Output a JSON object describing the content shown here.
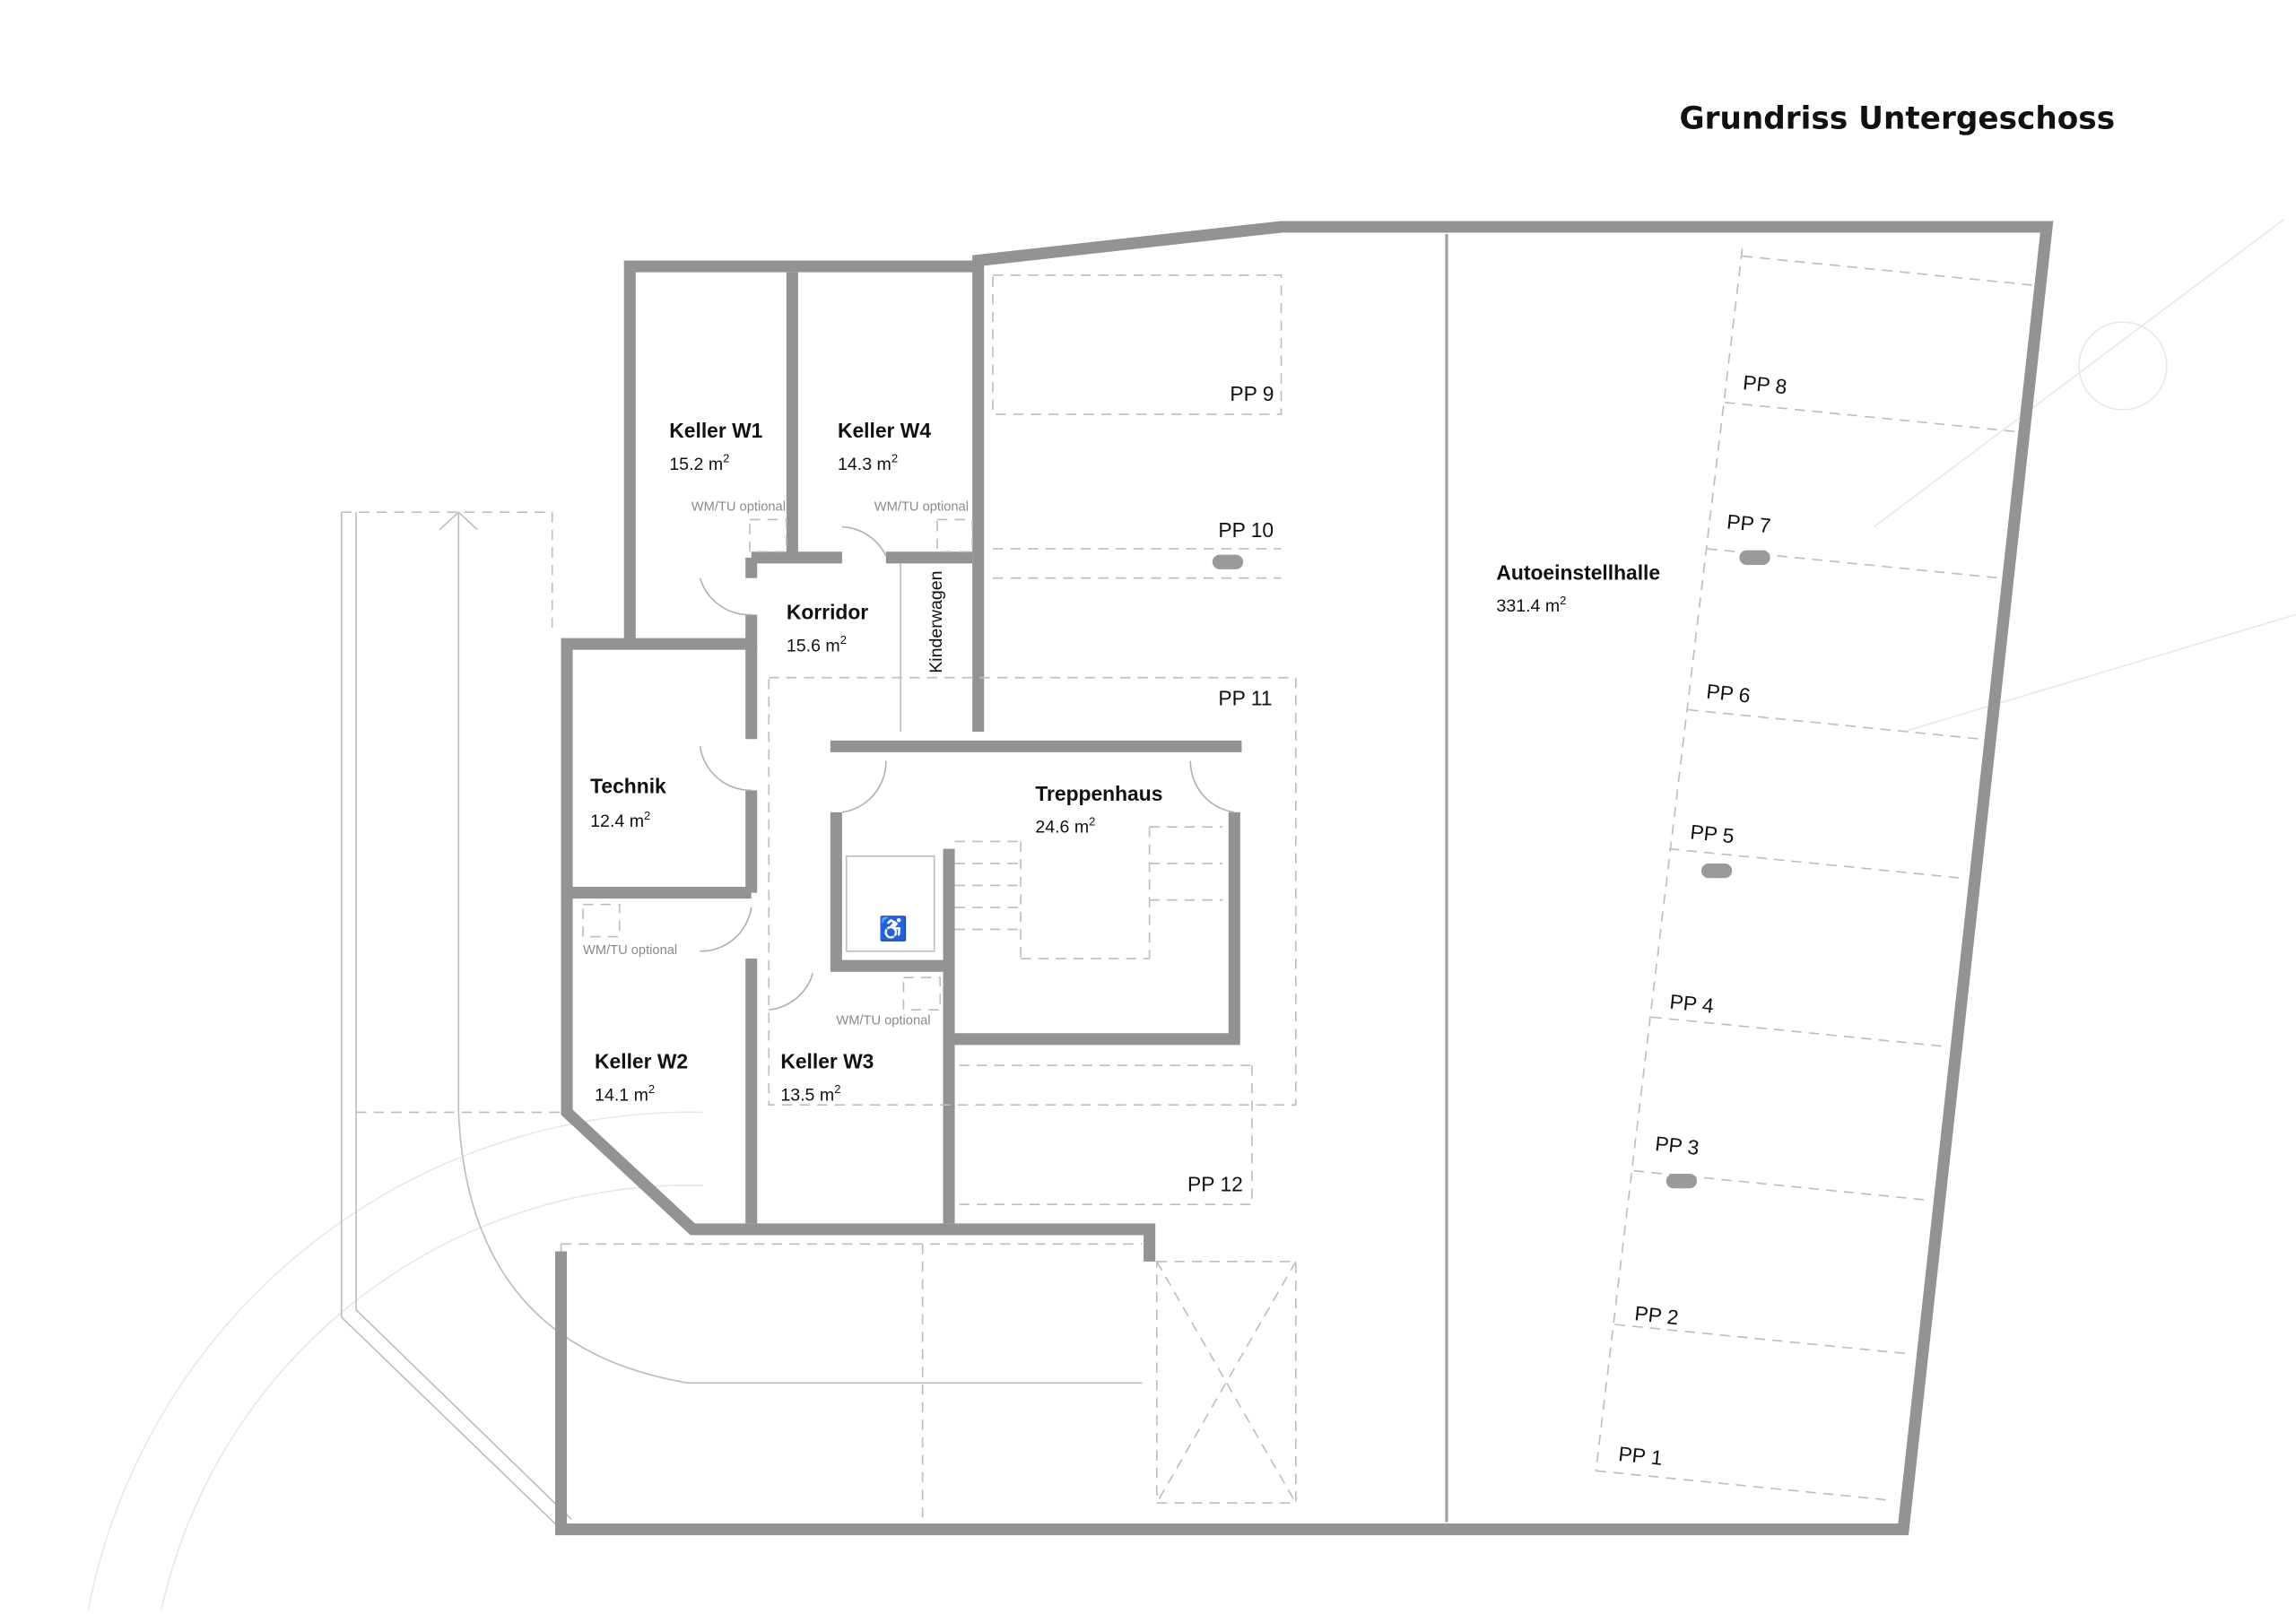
{
  "title": "Grundriss Untergeschoss",
  "rooms": {
    "keller_w1": {
      "name": "Keller W1",
      "area": "15.2 m",
      "note": "WM/TU optional"
    },
    "keller_w4": {
      "name": "Keller W4",
      "area": "14.3 m",
      "note": "WM/TU optional"
    },
    "korridor": {
      "name": "Korridor",
      "area": "15.6 m"
    },
    "kinderwagen": {
      "name": "Kinderwagen"
    },
    "technik": {
      "name": "Technik",
      "area": "12.4 m"
    },
    "treppenhaus": {
      "name": "Treppenhaus",
      "area": "24.6 m"
    },
    "keller_w2": {
      "name": "Keller W2",
      "area": "14.1 m",
      "note": "WM/TU optional"
    },
    "keller_w3": {
      "name": "Keller W3",
      "area": "13.5 m",
      "note": "WM/TU optional"
    },
    "autoeinstellhalle": {
      "name": "Autoeinstellhalle",
      "area": "331.4 m"
    }
  },
  "area_unit_sup": "2",
  "parking": [
    "PP 1",
    "PP 2",
    "PP 3",
    "PP 4",
    "PP 5",
    "PP 6",
    "PP 7",
    "PP 8",
    "PP 9",
    "PP 10",
    "PP 11",
    "PP 12"
  ],
  "colors": {
    "wall": "#939393",
    "text": "#111111",
    "note": "#8a8a8a"
  }
}
